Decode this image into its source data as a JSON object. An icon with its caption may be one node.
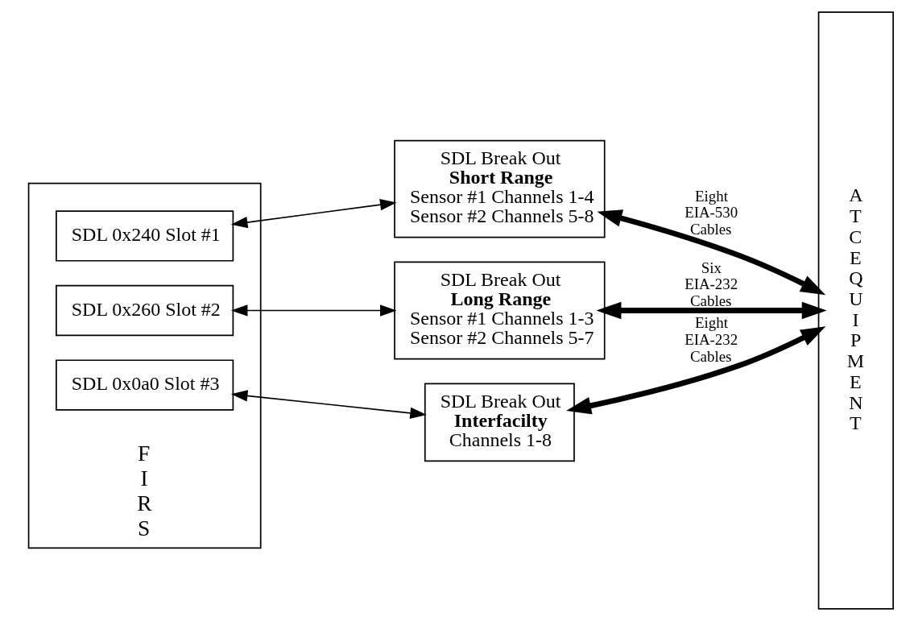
{
  "diagram": {
    "nodes": [
      {
        "text": [
          "F I R S"
        ]
      },
      {
        "text": [
          "SDL 0x240 Slot #1"
        ],
        "in": 0
      },
      {
        "text": [
          "SDL 0x260 Slot #2"
        ],
        "in": 0
      },
      {
        "text": [
          "SDL 0x0a0 Slot #3"
        ],
        "in": 0
      },
      {
        "text": [
          "SDL Break Out",
          "Short Range",
          "Sensor #1 Channels 1-4",
          "Sensor #2 Channels 5-8"
        ]
      },
      {
        "text": [
          "SDL Break Out",
          "Long Range",
          "Sensor #1 Channels 1-3",
          "Sensor #2 Channels 5-7"
        ]
      },
      {
        "text": [
          "SDL Break Out",
          "Interfacilty",
          "Channels 1-8"
        ]
      },
      {
        "text": [
          "A T C E Q U I P M E N T"
        ]
      }
    ],
    "edges": [
      {
        "from": 1,
        "to": 4,
        "arrow": "both"
      },
      {
        "from": 2,
        "to": 5,
        "arrow": "both"
      },
      {
        "from": 3,
        "to": 6,
        "arrow": "both"
      },
      {
        "from": 4,
        "to": 7,
        "arrow": "both",
        "label": "Eight EIA-530 Cables",
        "style": "thick"
      },
      {
        "from": 5,
        "to": 7,
        "arrow": "both",
        "label": "Six EIA-232 Cables",
        "style": "thick"
      },
      {
        "from": 6,
        "to": 7,
        "arrow": "both",
        "label": "Eight EIA-232 Cables",
        "style": "thick"
      }
    ]
  }
}
